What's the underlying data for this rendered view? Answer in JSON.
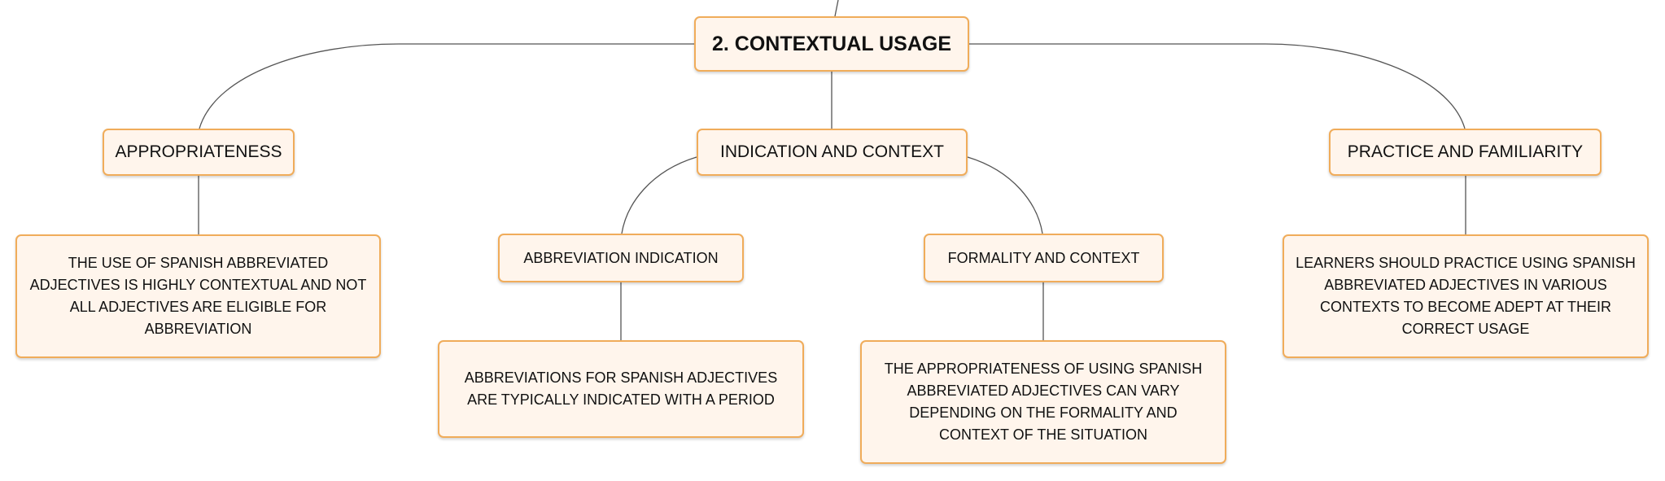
{
  "root": {
    "label": "2. CONTEXTUAL USAGE"
  },
  "appropriateness": {
    "label": "APPROPRIATENESS",
    "detail": "THE USE OF SPANISH ABBREVIATED ADJECTIVES IS HIGHLY CONTEXTUAL AND NOT ALL ADJECTIVES ARE ELIGIBLE FOR ABBREVIATION"
  },
  "indication_context": {
    "label": "INDICATION AND CONTEXT",
    "abbreviation_indication": {
      "label": "ABBREVIATION INDICATION",
      "detail": "ABBREVIATIONS FOR SPANISH ADJECTIVES ARE TYPICALLY INDICATED WITH A PERIOD"
    },
    "formality_context": {
      "label": "FORMALITY AND CONTEXT",
      "detail": "THE APPROPRIATENESS OF USING SPANISH ABBREVIATED ADJECTIVES CAN VARY DEPENDING ON THE FORMALITY AND CONTEXT OF THE SITUATION"
    }
  },
  "practice_familiarity": {
    "label": "PRACTICE AND FAMILIARITY",
    "detail": "LEARNERS SHOULD PRACTICE USING SPANISH ABBREVIATED ADJECTIVES IN VARIOUS CONTEXTS TO BECOME ADEPT AT THEIR CORRECT USAGE"
  },
  "colors": {
    "node_fill": "#fff5ec",
    "node_border": "#f0ac5a",
    "edge": "#555555"
  }
}
